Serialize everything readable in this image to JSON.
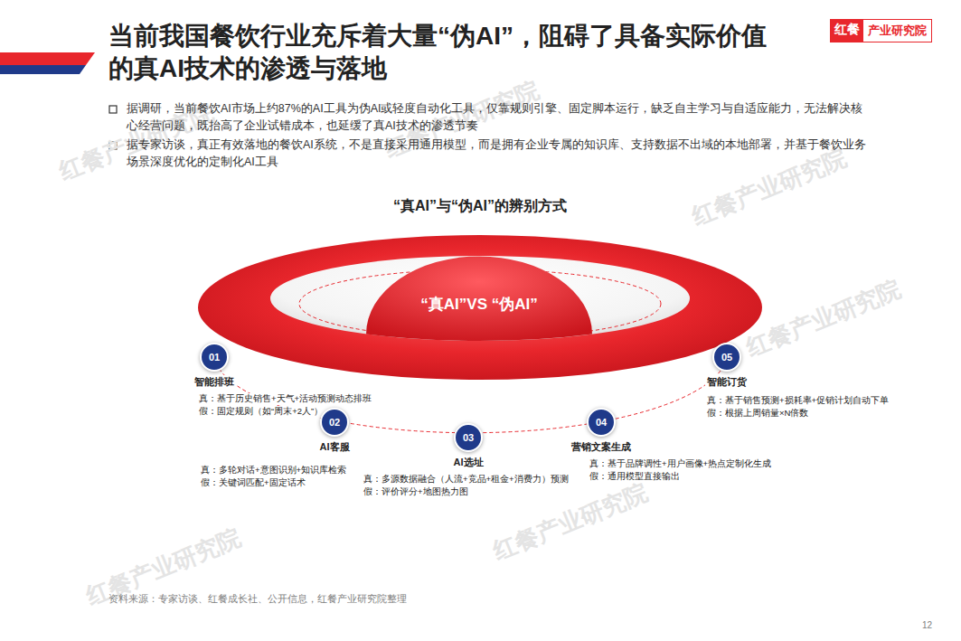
{
  "diagram": {
    "title": "当前我国餐饮行业充斥着大量“伪AI”，阻碍了具备实际价值的真AI技术的渗透与落地",
    "nodes": [
      {
        "text": [
          "红餐",
          "产业研究院"
        ]
      },
      {
        "text": [
          "“真AI”VS “伪AI”"
        ]
      },
      {
        "text": [
          "01",
          "智能排班"
        ]
      },
      {
        "text": [
          "02",
          "AI客服"
        ]
      },
      {
        "text": [
          "03",
          "AI选址"
        ]
      },
      {
        "text": [
          "04",
          "营销文案生成"
        ]
      },
      {
        "text": [
          "05",
          "智能订货"
        ]
      }
    ],
    "labels": [
      "“真AI”与“伪AI”的辨别方式",
      "据调研，当前餐饮AI市场上约87%的AI工具为伪AI或轻度自动化工具，仅靠规则引擎、固定脚本运行，缺乏自主学习与自适应能力，无法解决核心经营问题，既抬高了企业试错成本，也延缓了真AI技术的渗透节奏",
      "据专家访谈，真正有效落地的餐饮AI系统，不是直接采用通用模型，而是拥有企业专属的知识库、支持数据不出域的本地部署，并基于餐饮业务场景深度优化的定制化AI工具",
      "真：基于历史销售+天气+活动预测动态排班",
      "假：固定规则（如“周末+2人”）",
      "真：多轮对话+意图识别+知识库检索",
      "假：关键词匹配+固定话术",
      "真：多源数据融合（人流+竞品+租金+消费力）预测",
      "假：评价评分+地图热力图",
      "真：基于品牌调性+用户画像+热点定制化生成",
      "假：通用模型直接输出",
      "真：基于销售预测+损耗率+促销计划自动下单",
      "假：根据上周销量×N倍数",
      "资料来源：专家访谈、红餐成长社、公开信息，红餐产业研究院整理",
      "12",
      "红餐产业研究院",
      "红餐产业研究院",
      "红餐产业研究院",
      "红餐产业研究院",
      "红餐产业研究院",
      "红餐产业研究院"
    ]
  }
}
